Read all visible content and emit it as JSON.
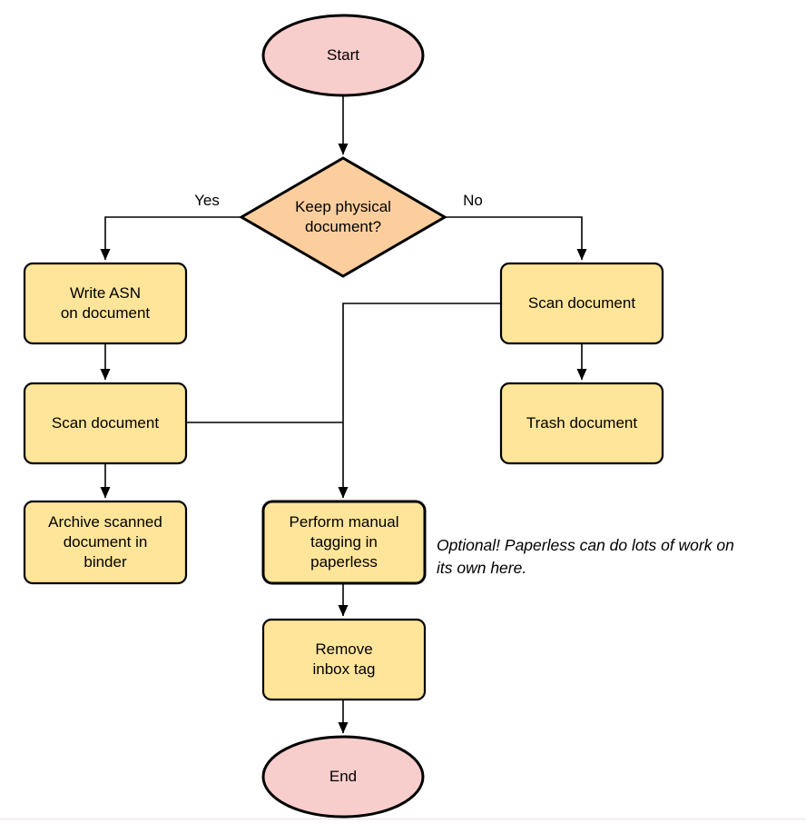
{
  "diagram": {
    "type": "flowchart",
    "colors": {
      "terminal_fill": "#F8CECC",
      "decision_fill": "#FCCE9E",
      "process_fill": "#FFE59A",
      "stroke": "#000000",
      "footer_line": "#F3E7E7"
    },
    "nodes": {
      "start": {
        "label": "Start",
        "type": "terminal"
      },
      "keep_physical": {
        "label": "Keep physical\ndocument?",
        "type": "decision"
      },
      "write_asn": {
        "label": "Write ASN\non document",
        "type": "process"
      },
      "scan_left": {
        "label": "Scan document",
        "type": "process"
      },
      "archive": {
        "label": "Archive scanned\ndocument in\nbinder",
        "type": "process"
      },
      "scan_right": {
        "label": "Scan document",
        "type": "process"
      },
      "trash": {
        "label": "Trash document",
        "type": "process"
      },
      "tagging": {
        "label": "Perform manual\ntagging in\npaperless",
        "type": "process"
      },
      "remove_inbox": {
        "label": "Remove\ninbox tag",
        "type": "process"
      },
      "end": {
        "label": "End",
        "type": "terminal"
      }
    },
    "edge_labels": {
      "yes": "Yes",
      "no": "No"
    },
    "note": "Optional! Paperless can do lots of work on\nits own here."
  }
}
